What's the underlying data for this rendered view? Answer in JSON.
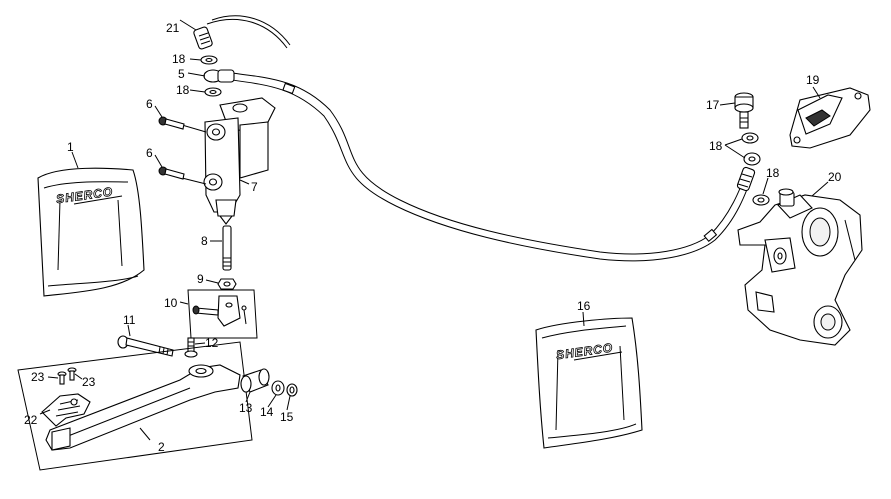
{
  "callouts": {
    "c1": "1",
    "c2": "2",
    "c5": "5",
    "c6a": "6",
    "c6b": "6",
    "c7": "7",
    "c8": "8",
    "c9": "9",
    "c10": "10",
    "c11": "11",
    "c12": "12",
    "c13": "13",
    "c14": "14",
    "c15": "15",
    "c16": "16",
    "c17": "17",
    "c18a": "18",
    "c18b": "18",
    "c18c": "18",
    "c18d": "18",
    "c19": "19",
    "c20": "20",
    "c21": "21",
    "c22": "22",
    "c23a": "23",
    "c23b": "23"
  },
  "bags": {
    "brand": "SHERCO"
  },
  "colors": {
    "line": "#000000",
    "background": "#ffffff"
  }
}
